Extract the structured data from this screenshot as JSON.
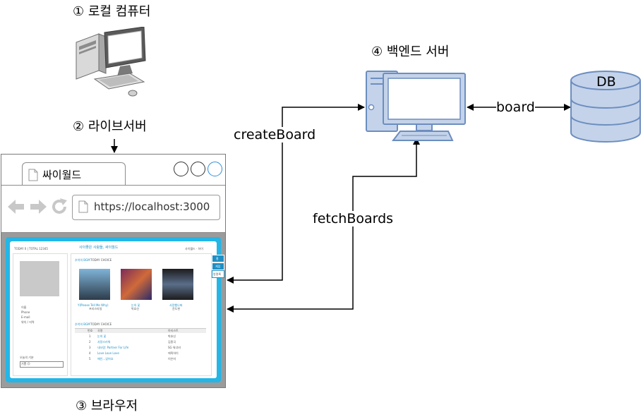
{
  "nodes": {
    "local_computer": "① 로컬 컴퓨터",
    "live_server": "② 라이브서버",
    "browser": "③ 브라우저",
    "backend_server": "④ 백엔드 서버",
    "db": "DB"
  },
  "edges": {
    "create_board": "createBoard",
    "fetch_boards": "fetchBoards",
    "board": "board"
  },
  "browser_window": {
    "tab_title": "싸이월드",
    "url": "https://localhost:3000",
    "window_button_colors": [
      "#ffffff",
      "#ffffff",
      "#ffffff"
    ],
    "accent_circle_color": "#2e8fd8"
  },
  "cyworld_page": {
    "frame_color": "#23b6e6",
    "header_left": "TODAY 0 | TOTAL 12345",
    "header_title": "사이좋은 사람들, 싸이월드",
    "header_right": "사이월드 · 하이",
    "section_bgm": "추억의 BGM",
    "section_bgm_sub": "TODAY CHOICE",
    "albums": [
      {
        "title": "Y(Please Tell Me Why)",
        "artist": "프리스타일"
      },
      {
        "title": "눈의 꽃",
        "artist": "박효신"
      },
      {
        "title": "사랑했나봐",
        "artist": "윤도현"
      }
    ],
    "table_headers": [
      "번호",
      "곡명",
      "아티스트"
    ],
    "table_rows": [
      {
        "no": "1",
        "song": "눈의 꽃",
        "artist": "박효신"
      },
      {
        "no": "2",
        "song": "사랑스러워",
        "artist": "김종국"
      },
      {
        "no": "3",
        "song": "내사람: Partner For Life",
        "artist": "SG 워너비"
      },
      {
        "no": "4",
        "song": "Love Love Love",
        "artist": "에픽하이"
      },
      {
        "no": "5",
        "song": "애인…있어요",
        "artist": "이은미"
      }
    ],
    "side_tabs": [
      "홈",
      "게임",
      "방명록"
    ],
    "sidebar_items": [
      "이름",
      "Phone",
      "E-mail",
      "위치 / 지역"
    ],
    "mood_label": "오늘의 기분",
    "mood_value": "기쁨 😊"
  }
}
